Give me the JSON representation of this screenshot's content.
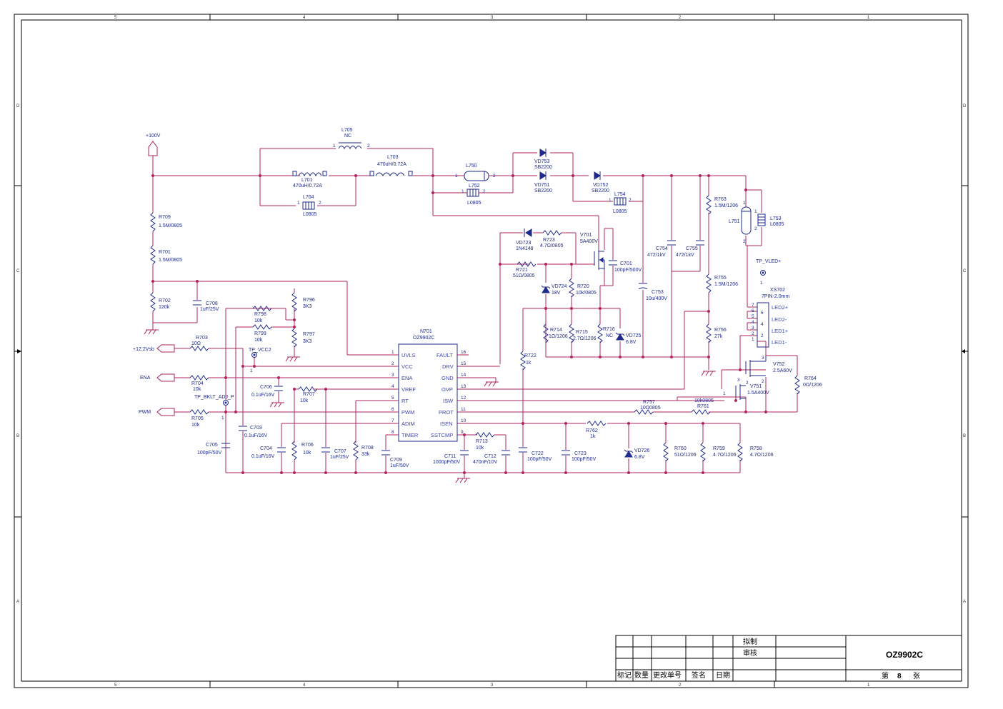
{
  "grid": {
    "cols": [
      "5",
      "4",
      "3",
      "2",
      "1"
    ],
    "rows": [
      "D",
      "C",
      "B",
      "A"
    ]
  },
  "chip": {
    "ref": "N701",
    "part": "OZ9902C",
    "left_pins": [
      {
        "num": "1",
        "name": "UVLS"
      },
      {
        "num": "2",
        "name": "VCC"
      },
      {
        "num": "3",
        "name": "ENA"
      },
      {
        "num": "4",
        "name": "VREF"
      },
      {
        "num": "5",
        "name": "RT"
      },
      {
        "num": "6",
        "name": "PWM"
      },
      {
        "num": "7",
        "name": "ADIM"
      },
      {
        "num": "8",
        "name": "TIMER"
      }
    ],
    "right_pins": [
      {
        "num": "16",
        "name": "FAULT"
      },
      {
        "num": "15",
        "name": "DRV"
      },
      {
        "num": "14",
        "name": "GND"
      },
      {
        "num": "13",
        "name": "OVP"
      },
      {
        "num": "12",
        "name": "ISW"
      },
      {
        "num": "11",
        "name": "PROT"
      },
      {
        "num": "10",
        "name": "ISEN"
      },
      {
        "num": "9",
        "name": "SSTCMP"
      }
    ]
  },
  "nets": {
    "v100": "+100V",
    "v12": "+12.2Vsb",
    "ena": "ENA",
    "pwm": "PWM",
    "tp_vcc2": "TP_VCC2",
    "tp_bklt": "TP_BKLT_ADJ_P",
    "tp_vled": "TP_VLED+"
  },
  "connector": {
    "ref": "XS702",
    "type": "7PIN-2.0mm",
    "pins": [
      "7",
      "6",
      "5",
      "4",
      "3",
      "2",
      "1"
    ],
    "inner": [
      "6",
      "4",
      "2"
    ],
    "signals": [
      "LED2+",
      "LED2-",
      "LED1+",
      "LED1-"
    ]
  },
  "parts": {
    "L705": [
      "L705",
      "NC"
    ],
    "L701": [
      "L701",
      "470uH/0.72A"
    ],
    "L703": [
      "L703",
      "470uH/0.72A"
    ],
    "L704": [
      "L704",
      "L0805"
    ],
    "L750": [
      "L750"
    ],
    "L752": [
      "L752",
      "L0805"
    ],
    "L754": [
      "L754",
      "L0805"
    ],
    "L751": [
      "L751"
    ],
    "L753": [
      "L753",
      "L0805"
    ],
    "VD753": [
      "VD753",
      "SB2200"
    ],
    "VD751": [
      "VD751",
      "SB2200"
    ],
    "VD752": [
      "VD752",
      "SB2200"
    ],
    "VD723": [
      "VD723",
      "1N4148"
    ],
    "R723": [
      "R723",
      "4.7Ω/0805"
    ],
    "V701": [
      "V701",
      "5A400V"
    ],
    "R721": [
      "R721",
      "51Ω/0805"
    ],
    "VD724": [
      "VD724",
      "18V"
    ],
    "R720": [
      "R720",
      "10k/0805"
    ],
    "C701": [
      "C701",
      "100pF/500V"
    ],
    "C754": [
      "C754",
      "472/1kV"
    ],
    "C755": [
      "C755",
      "472/1kV"
    ],
    "C753": [
      "C753",
      "10u/400V"
    ],
    "R763": [
      "R763",
      "1.5M/1206"
    ],
    "R755": [
      "R755",
      "1.5M/1206"
    ],
    "R756": [
      "R756",
      "27k"
    ],
    "R714": [
      "R714",
      "1Ω/1206"
    ],
    "R715": [
      "R715",
      "2.7Ω/1206"
    ],
    "R716": [
      "R716",
      "NC"
    ],
    "VD725": [
      "VD725",
      "6.8V"
    ],
    "R722": [
      "R722",
      "1k"
    ],
    "R709": [
      "R709",
      "1.5M/0805"
    ],
    "R701": [
      "R701",
      "1.5M/0805"
    ],
    "R702": [
      "R702",
      "120k"
    ],
    "C708": [
      "C708",
      "1uF/25V"
    ],
    "R798": [
      "R798",
      "10k"
    ],
    "R799": [
      "R799",
      "10k"
    ],
    "R796": [
      "R796",
      "3K3"
    ],
    "R797": [
      "R797",
      "3K3"
    ],
    "R703": [
      "R703",
      "10Ω"
    ],
    "R704": [
      "R704",
      "10k"
    ],
    "R705": [
      "R705",
      "10k"
    ],
    "C706": [
      "C706",
      "0.1uF/16V"
    ],
    "R707": [
      "R707",
      "10k"
    ],
    "C703": [
      "C703",
      "0.1uF/16V"
    ],
    "C705": [
      "C705",
      "100pF/50V"
    ],
    "C704": [
      "C704",
      "0.1uF/16V"
    ],
    "R706": [
      "R706",
      "10k"
    ],
    "C707": [
      "C707",
      "1uF/25V"
    ],
    "R708": [
      "R708",
      "33k"
    ],
    "C709": [
      "C709",
      "1uF/50V"
    ],
    "C711": [
      "C711",
      "1000pF/50V"
    ],
    "R713": [
      "R713",
      "10k"
    ],
    "C712": [
      "C712",
      "470nF/10V"
    ],
    "C722": [
      "C722",
      "100pF/50V"
    ],
    "C723": [
      "C723",
      "100pF/50V"
    ],
    "R762": [
      "R762",
      "1k"
    ],
    "VD726": [
      "VD726",
      "6.8V"
    ],
    "R760": [
      "R760",
      "51Ω/1206"
    ],
    "R759": [
      "R759",
      "4.7Ω/1206"
    ],
    "R758": [
      "R758",
      "4.7Ω/1206"
    ],
    "R757": [
      "R757",
      "10Ω0805"
    ],
    "R761": [
      "R761",
      "10k0805"
    ],
    "V752": [
      "V752",
      "2.5A60V"
    ],
    "V751": [
      "V751",
      "1.5A400V"
    ],
    "R764": [
      "R764",
      "0Ω/1206"
    ]
  },
  "titleblock": {
    "drawn": "拟制",
    "review": "审核",
    "model": "OZ9902C",
    "headers": [
      "标记",
      "数量",
      "更改单号",
      "签名",
      "日期"
    ],
    "sheet_prefix": "第",
    "sheet_no": "8",
    "sheet_suffix": "张"
  }
}
